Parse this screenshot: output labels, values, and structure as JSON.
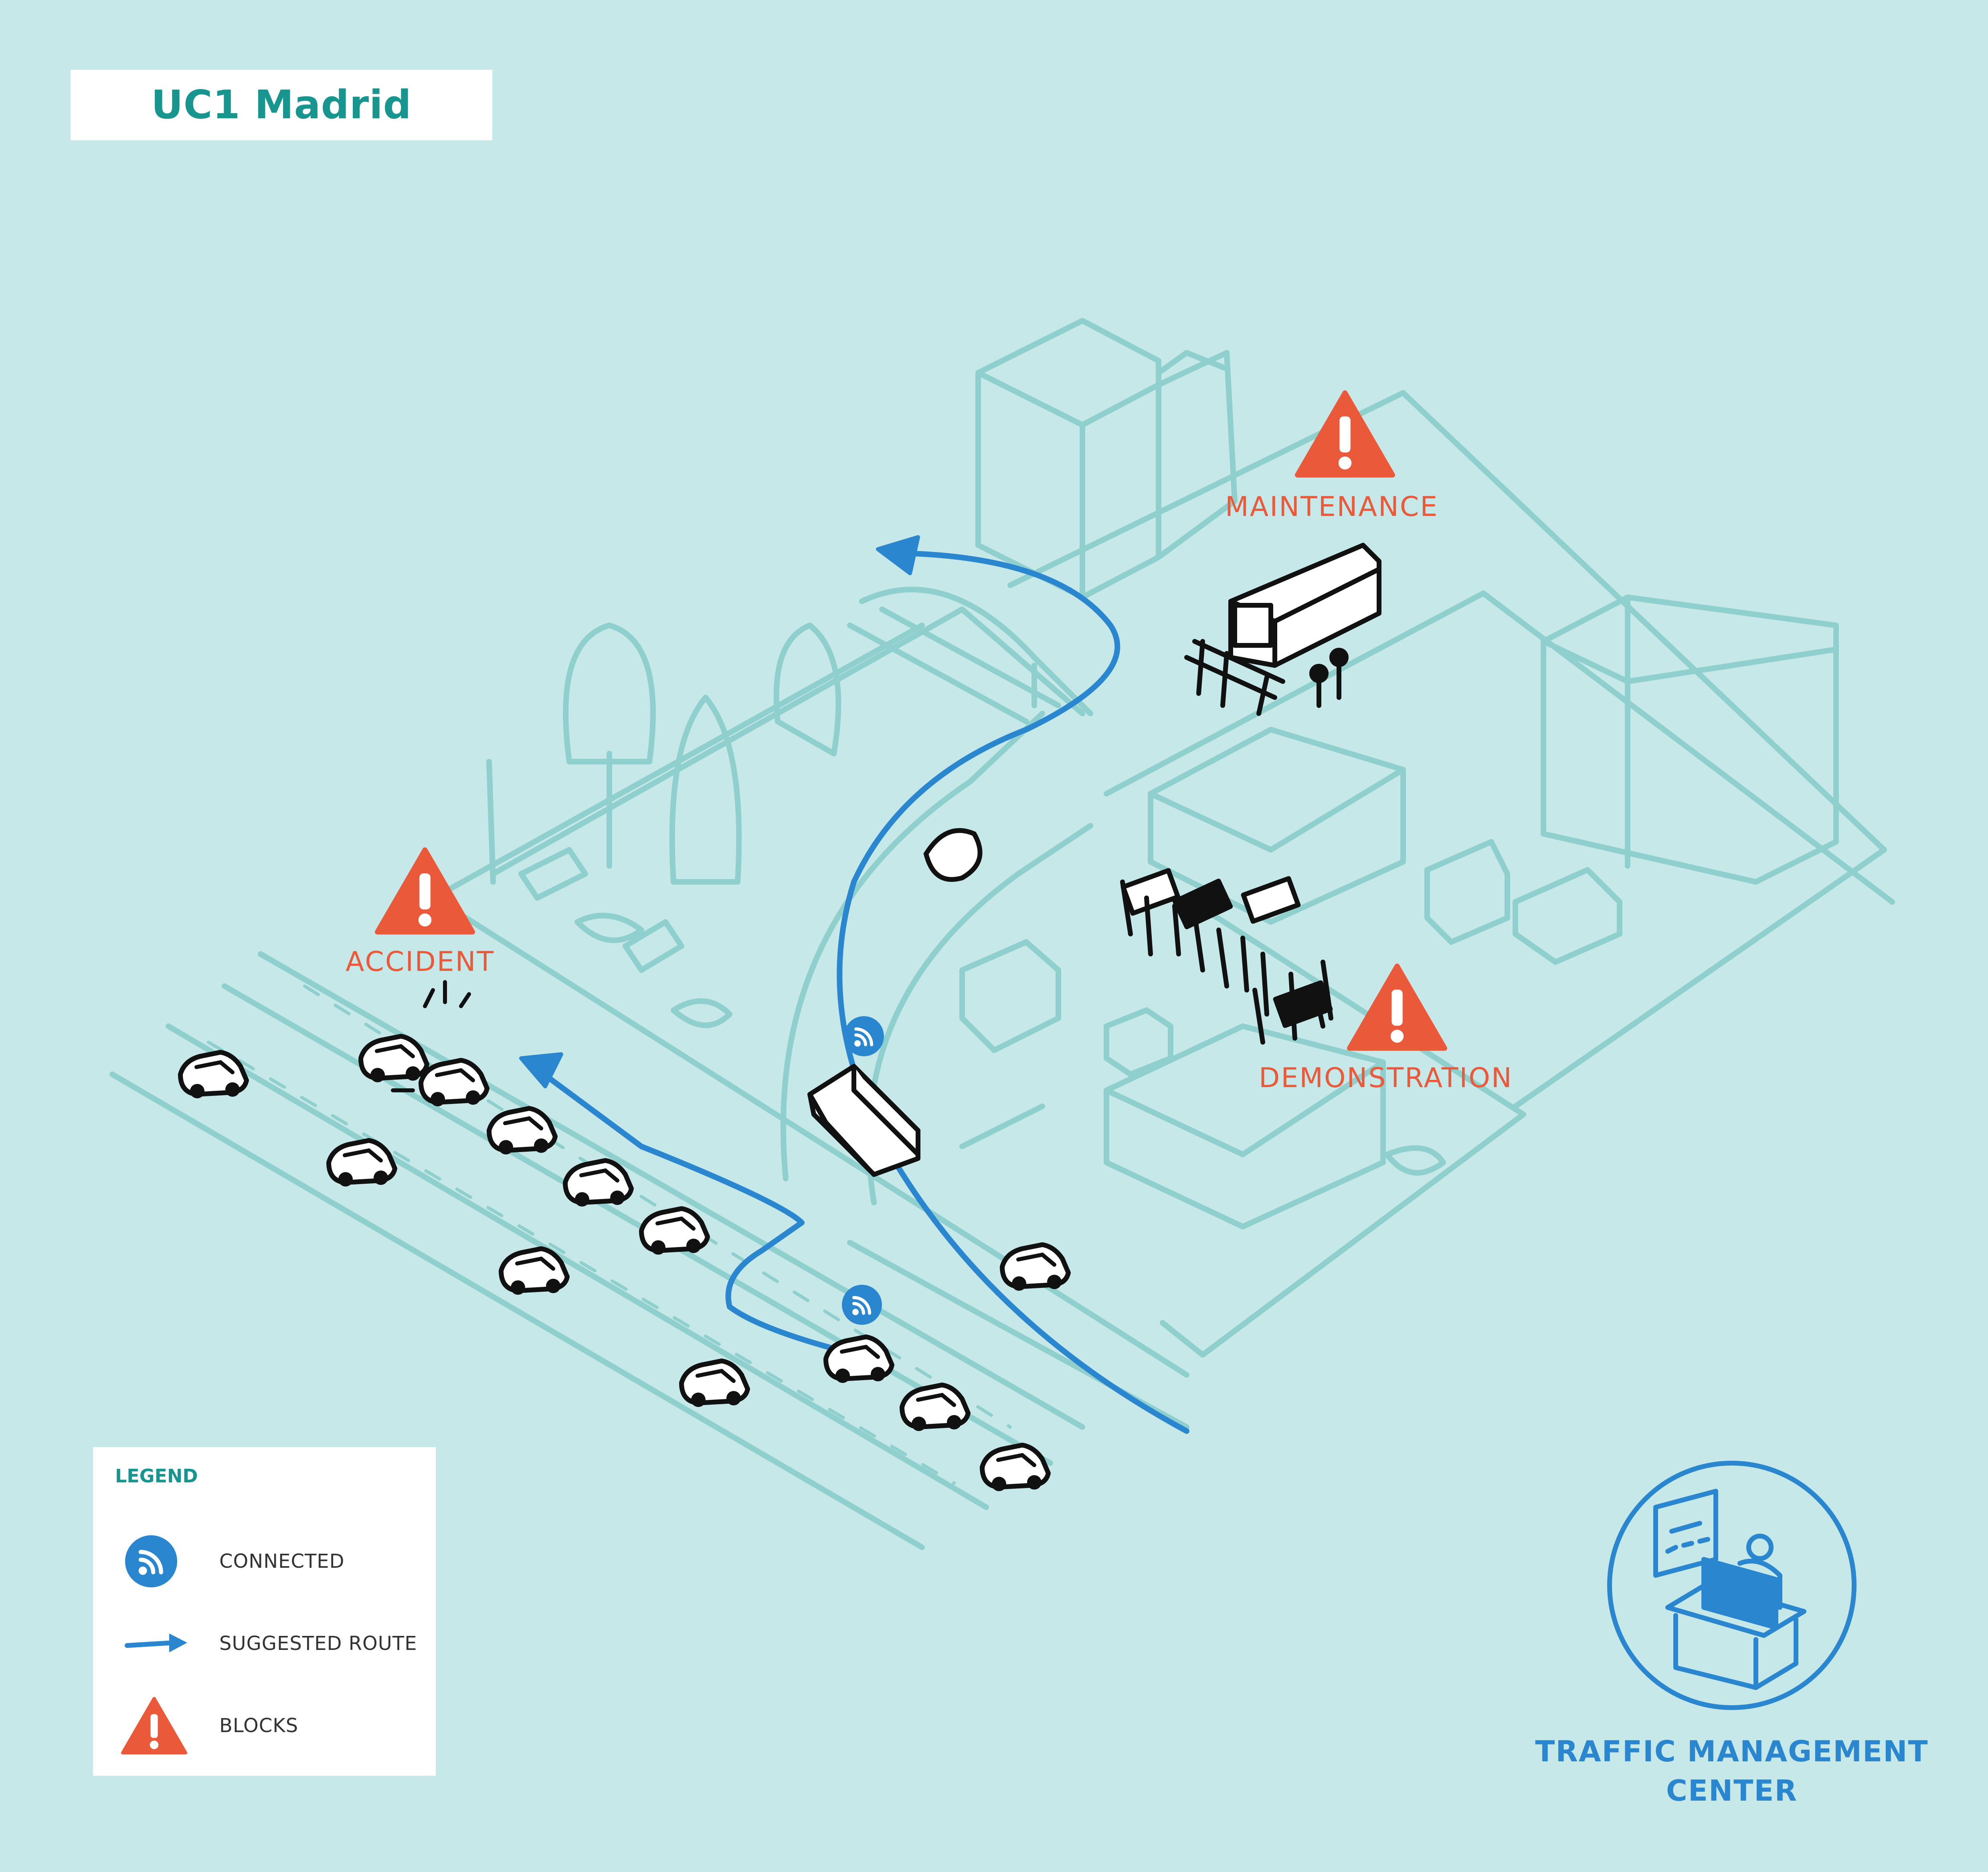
{
  "title": "UC1 Madrid",
  "blocks": [
    {
      "label": "MAINTENANCE"
    },
    {
      "label": "ACCIDENT"
    },
    {
      "label": "DEMONSTRATION"
    }
  ],
  "legend": {
    "title": "LEGEND",
    "items": [
      {
        "label": "CONNECTED",
        "icon": "wifi-icon"
      },
      {
        "label": "SUGGESTED ROUTE",
        "icon": "route-arrow-icon"
      },
      {
        "label": "BLOCKS",
        "icon": "warning-icon"
      }
    ]
  },
  "tmc": {
    "line1": "TRAFFIC MANAGEMENT",
    "line2": "CENTER"
  },
  "colors": {
    "background": "#c6e8e8",
    "sketch": "#8fcfcd",
    "route": "#2b86d0",
    "warning": "#ea5a3a",
    "title": "#19958f"
  }
}
